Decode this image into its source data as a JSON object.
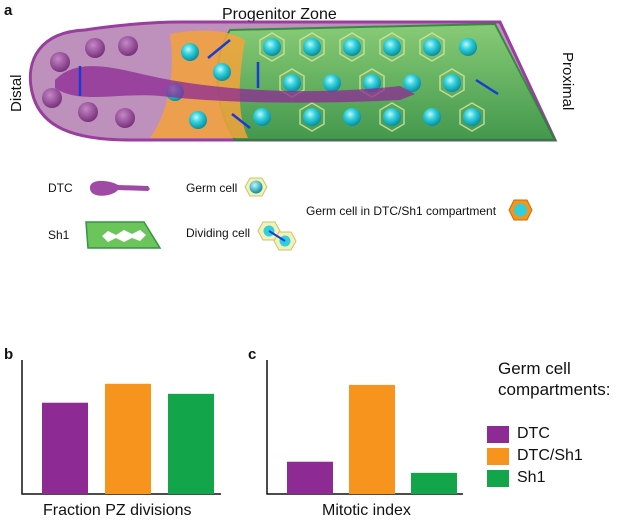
{
  "panel_a": {
    "letter": "a",
    "title": "Progenitor Zone",
    "distal_label": "Distal",
    "proximal_label": "Proximal",
    "legend": {
      "dtc": "DTC",
      "sh1": "Sh1",
      "germ_cell": "Germ cell",
      "dividing_cell": "Dividing cell",
      "compartment_cell": "Germ cell in DTC/Sh1 compartment"
    }
  },
  "panel_b": {
    "letter": "b"
  },
  "panel_c": {
    "letter": "c"
  },
  "colors": {
    "dtc": "#8e2a94",
    "dtc_sh1": "#f7941d",
    "sh1": "#13a54a",
    "germ": "#21c6d2"
  },
  "chart_data": [
    {
      "type": "bar",
      "categories": [
        "DTC",
        "DTC/Sh1",
        "Sh1"
      ],
      "values": [
        0.82,
        0.99,
        0.9
      ],
      "xlabel": "Fraction PZ divisions",
      "ylim": [
        0,
        1.15
      ]
    },
    {
      "type": "bar",
      "categories": [
        "DTC",
        "DTC/Sh1",
        "Sh1"
      ],
      "values": [
        0.29,
        0.98,
        0.19
      ],
      "xlabel": "Mitotic index",
      "ylim": [
        0,
        1.15
      ]
    }
  ],
  "legend": {
    "title_line1": "Germ cell",
    "title_line2": "compartments:",
    "items": [
      "DTC",
      "DTC/Sh1",
      "Sh1"
    ]
  }
}
